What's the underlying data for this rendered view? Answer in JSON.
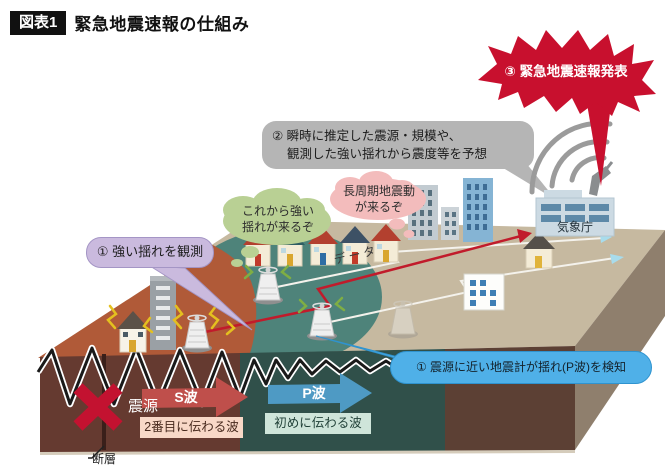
{
  "header": {
    "tag": "図表1",
    "title": "緊急地震速報の仕組み"
  },
  "steps": {
    "announce": "③ 緊急地震速報発表",
    "estimate_line1": "② 瞬時に推定した震源・規模や、",
    "estimate_line2": "観測した強い揺れから震度等を予想",
    "observe": "① 強い揺れを観測",
    "detect": "① 震源に近い地震計が揺れ(P波)を検知"
  },
  "thoughts": {
    "strong_line1": "これから強い",
    "strong_line2": "揺れが来るぞ",
    "long_line1": "長周期地震動",
    "long_line2": "が来るぞ"
  },
  "ground": {
    "epicenter": "震源",
    "fault": "断層",
    "s_wave": "S波",
    "s_wave_desc": "2番目に伝わる波",
    "p_wave": "P波",
    "p_wave_desc": "初めに伝わる波"
  },
  "network": {
    "jma": "気象庁",
    "data": "データ"
  },
  "colors": {
    "alert_red": "#c8102e",
    "s_wave_red": "#bf4f4b",
    "p_wave_blue": "#4e9ac4",
    "surface_tan": "#c6b9a0",
    "p_zone_teal": "#4e837a",
    "shaking_zone_orange": "#b05a38",
    "front_maroon": "#653a30",
    "front_teal": "#30504a",
    "bubble_gray": "#b5b5b5",
    "bubble_purple": "#cabade",
    "bubble_blue": "#4fb0e8",
    "cloud_green": "#b9d094",
    "cloud_pink": "#f3bcbc"
  }
}
